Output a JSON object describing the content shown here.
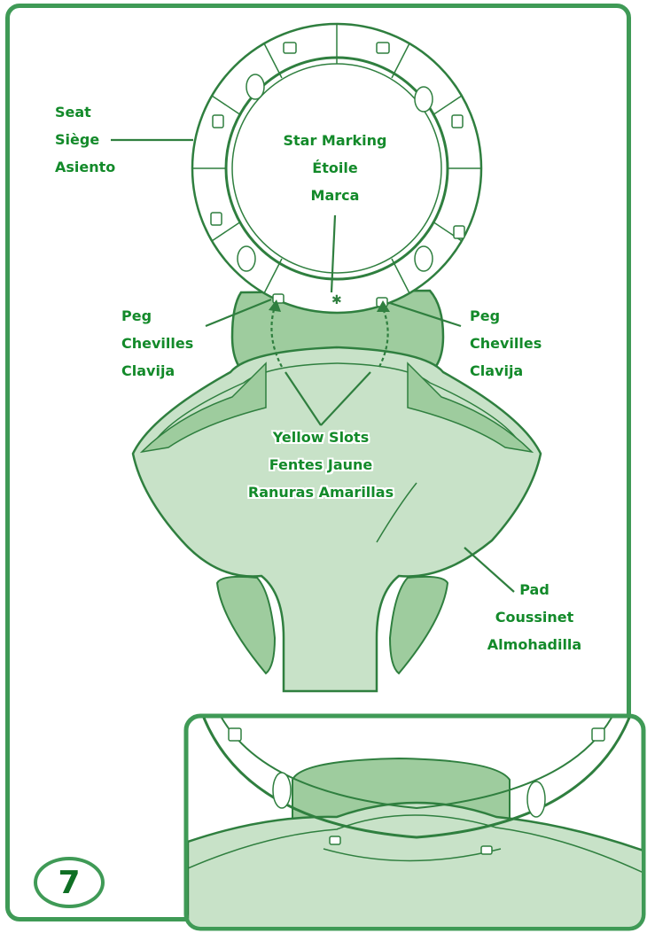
{
  "labels": {
    "seat": [
      "Seat",
      "Siège",
      "Asiento"
    ],
    "star_marking": [
      "Star Marking",
      "Étoile",
      "Marca"
    ],
    "peg_left": [
      "Peg",
      "Chevilles",
      "Clavija"
    ],
    "peg_right": [
      "Peg",
      "Chevilles",
      "Clavija"
    ],
    "yellow_slots": [
      "Yellow Slots",
      "Fentes Jaune",
      "Ranuras Amarillas"
    ],
    "pad": [
      "Pad",
      "Coussinet",
      "Almohadilla"
    ]
  },
  "step_number": "7",
  "colors": {
    "frame": "#3f9a56",
    "text": "#138a2a",
    "pad_fill": "#c8e2c8",
    "pad_dark": "#9ecc9e",
    "line": "#2f7f3f"
  }
}
